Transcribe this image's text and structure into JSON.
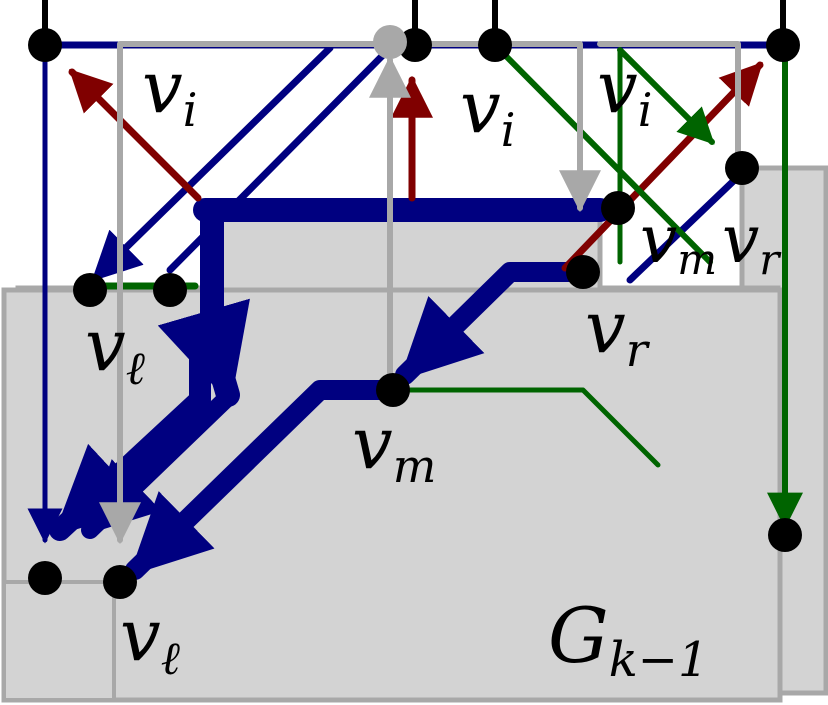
{
  "diagram": {
    "labels": {
      "v_i_1": {
        "base": "v",
        "sub": "i"
      },
      "v_i_2": {
        "base": "v",
        "sub": "i"
      },
      "v_i_3": {
        "base": "v",
        "sub": "i"
      },
      "v_r_top": {
        "base": "v",
        "sub": "r"
      },
      "v_m_top": {
        "base": "v",
        "sub": "m"
      },
      "v_l_mid": {
        "base": "v",
        "sub": "ℓ"
      },
      "v_r_mid": {
        "base": "v",
        "sub": "r"
      },
      "v_m_mid": {
        "base": "v",
        "sub": "m"
      },
      "v_l_bottom": {
        "base": "v",
        "sub": "ℓ"
      },
      "g_label": {
        "base": "G",
        "sub": "k−1"
      }
    },
    "colors": {
      "blue": "#000080",
      "red": "#800000",
      "green": "#006400",
      "gray": "#a8a8a8",
      "region_fill": "#d3d3d3",
      "region_stroke": "#a8a8a8",
      "vertex": "#000000"
    }
  }
}
